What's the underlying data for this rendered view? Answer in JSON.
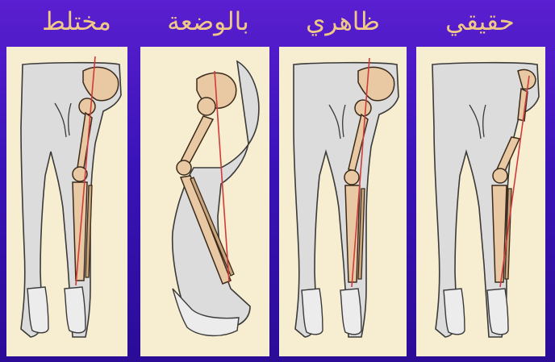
{
  "labels": {
    "panel_1": "مختلط",
    "panel_2": "بالوضعة",
    "panel_3": "ظاهري",
    "panel_4": "حقيقي"
  },
  "colors": {
    "background": "#3a13b8",
    "label_text": "#f0c987",
    "panel_bg": "#f7edd0",
    "bone": "#e8c9a3",
    "axis_line": "#d13a3a"
  }
}
